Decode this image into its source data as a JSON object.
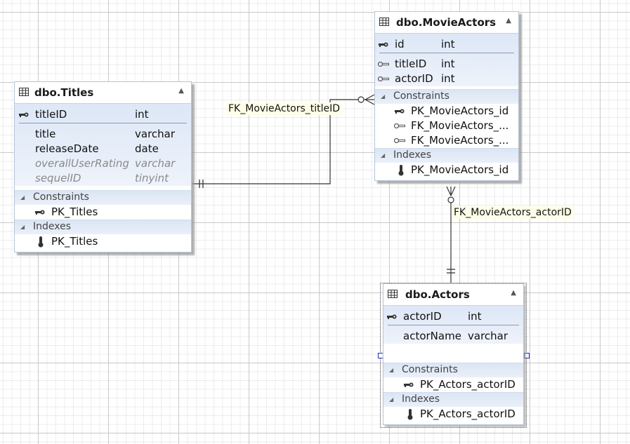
{
  "tables": {
    "titles": {
      "name": "dbo.Titles",
      "pk": {
        "name": "titleID",
        "type": "int"
      },
      "columns": [
        {
          "name": "title",
          "type": "varchar"
        },
        {
          "name": "releaseDate",
          "type": "date"
        },
        {
          "name": "overallUserRating",
          "type": "varchar"
        },
        {
          "name": "sequelID",
          "type": "tinyint"
        }
      ],
      "constraints_label": "Constraints",
      "constraints": [
        "PK_Titles"
      ],
      "indexes_label": "Indexes",
      "indexes": [
        "PK_Titles"
      ]
    },
    "movieactors": {
      "name": "dbo.MovieActors",
      "pk": {
        "name": "id",
        "type": "int"
      },
      "columns": [
        {
          "name": "titleID",
          "type": "int"
        },
        {
          "name": "actorID",
          "type": "int"
        }
      ],
      "constraints_label": "Constraints",
      "constraints": [
        "PK_MovieActors_id",
        "FK_MovieActors_...",
        "FK_MovieActors_..."
      ],
      "indexes_label": "Indexes",
      "indexes": [
        "PK_MovieActors_id"
      ]
    },
    "actors": {
      "name": "dbo.Actors",
      "pk": {
        "name": "actorID",
        "type": "int"
      },
      "columns": [
        {
          "name": "actorName",
          "type": "varchar"
        }
      ],
      "constraints_label": "Constraints",
      "constraints": [
        "PK_Actors_actorID"
      ],
      "indexes_label": "Indexes",
      "indexes": [
        "PK_Actors_actorID"
      ]
    }
  },
  "relationships": {
    "titles_fk": "FK_MovieActors_titleID",
    "actors_fk": "FK_MovieActors_actorID"
  },
  "icons": {
    "table": "table-grid-icon",
    "primary_key": "primary-key-icon",
    "foreign_key": "foreign-key-icon",
    "index": "index-thermometer-icon",
    "collapse": "collapse-arrow-icon"
  }
}
